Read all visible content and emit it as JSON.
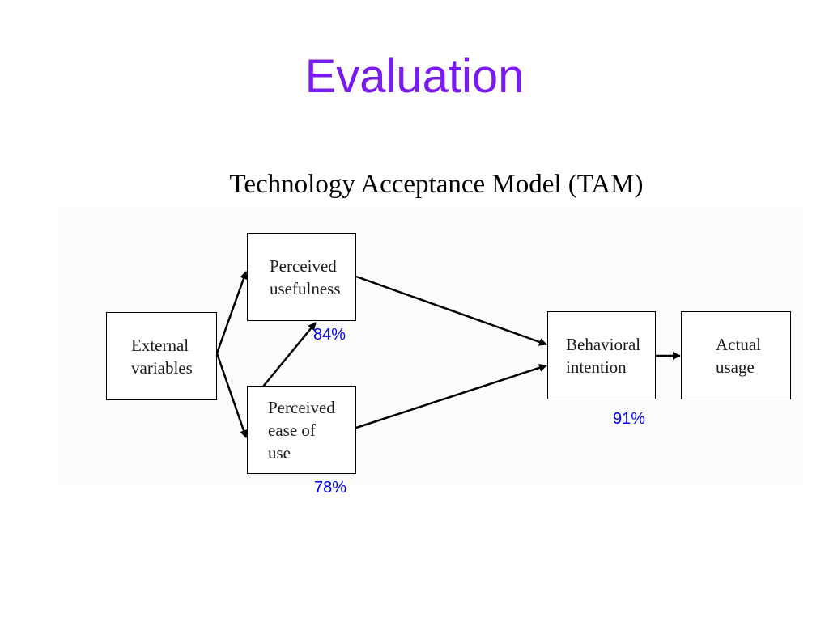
{
  "slide": {
    "title": "Evaluation",
    "subtitle": "Technology Acceptance Model (TAM)"
  },
  "diagram": {
    "nodes": {
      "external": {
        "lines": [
          "External",
          "variables"
        ]
      },
      "useful": {
        "lines": [
          "Perceived",
          "usefulness"
        ]
      },
      "ease": {
        "lines": [
          "Perceived",
          "ease of",
          "use"
        ]
      },
      "behavioral": {
        "lines": [
          "Behavioral",
          "intention"
        ]
      },
      "usage": {
        "lines": [
          "Actual",
          "usage"
        ]
      }
    },
    "percentages": {
      "useful": "84%",
      "ease": "78%",
      "behavioral": "91%"
    },
    "edges": [
      {
        "from": "External variables",
        "to": "Perceived usefulness"
      },
      {
        "from": "External variables",
        "to": "Perceived ease of use"
      },
      {
        "from": "Perceived ease of use",
        "to": "Perceived usefulness"
      },
      {
        "from": "Perceived usefulness",
        "to": "Behavioral intention"
      },
      {
        "from": "Perceived ease of use",
        "to": "Behavioral intention"
      },
      {
        "from": "Behavioral intention",
        "to": "Actual usage"
      }
    ],
    "colors": {
      "title": "#7a1bf2",
      "percent": "#0000ee",
      "stroke": "#000000"
    }
  }
}
